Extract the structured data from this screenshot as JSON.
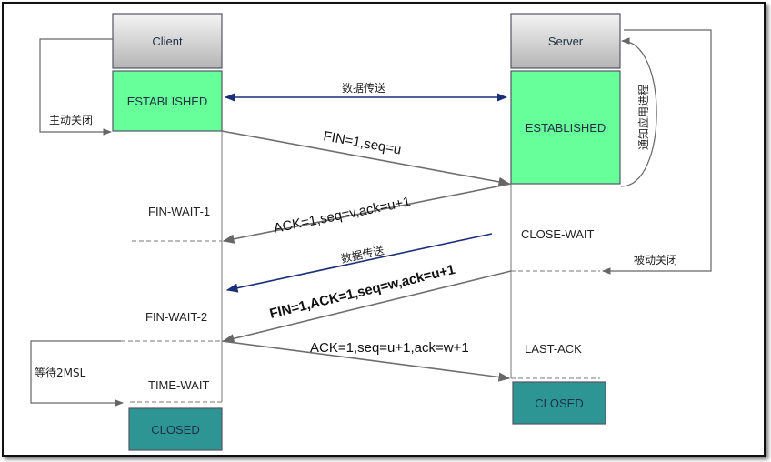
{
  "client": {
    "title": "Client",
    "state_established": "ESTABLISHED",
    "state_closed": "CLOSED"
  },
  "server": {
    "title": "Server",
    "state_established": "ESTABLISHED",
    "state_closed": "CLOSED"
  },
  "client_states": {
    "fin_wait_1": "FIN-WAIT-1",
    "fin_wait_2": "FIN-WAIT-2",
    "time_wait": "TIME-WAIT"
  },
  "server_states": {
    "close_wait": "CLOSE-WAIT",
    "last_ack": "LAST-ACK"
  },
  "annotations": {
    "active_close": "主动关闭",
    "passive_close": "被动关闭",
    "wait_2msl": "等待2MSL",
    "notify_app": "通知应用进程"
  },
  "messages": {
    "data_transfer_1": "数据传送",
    "fin": "FIN=1,seq=u",
    "ack1": "ACK=1,seq=v,ack=u+1",
    "data_transfer_2": "数据传送",
    "fin_ack": "FIN=1,ACK=1,seq=w,ack=u+1",
    "ack2": "ACK=1,seq=u+1,ack=w+1"
  },
  "colors": {
    "established": "#66ff99",
    "closed": "#2e9595",
    "header_top": "#f2f2f2",
    "header_bottom": "#b8b8b8",
    "arrow_gray": "#6e6e6e",
    "arrow_blue": "#1a2f7a"
  }
}
